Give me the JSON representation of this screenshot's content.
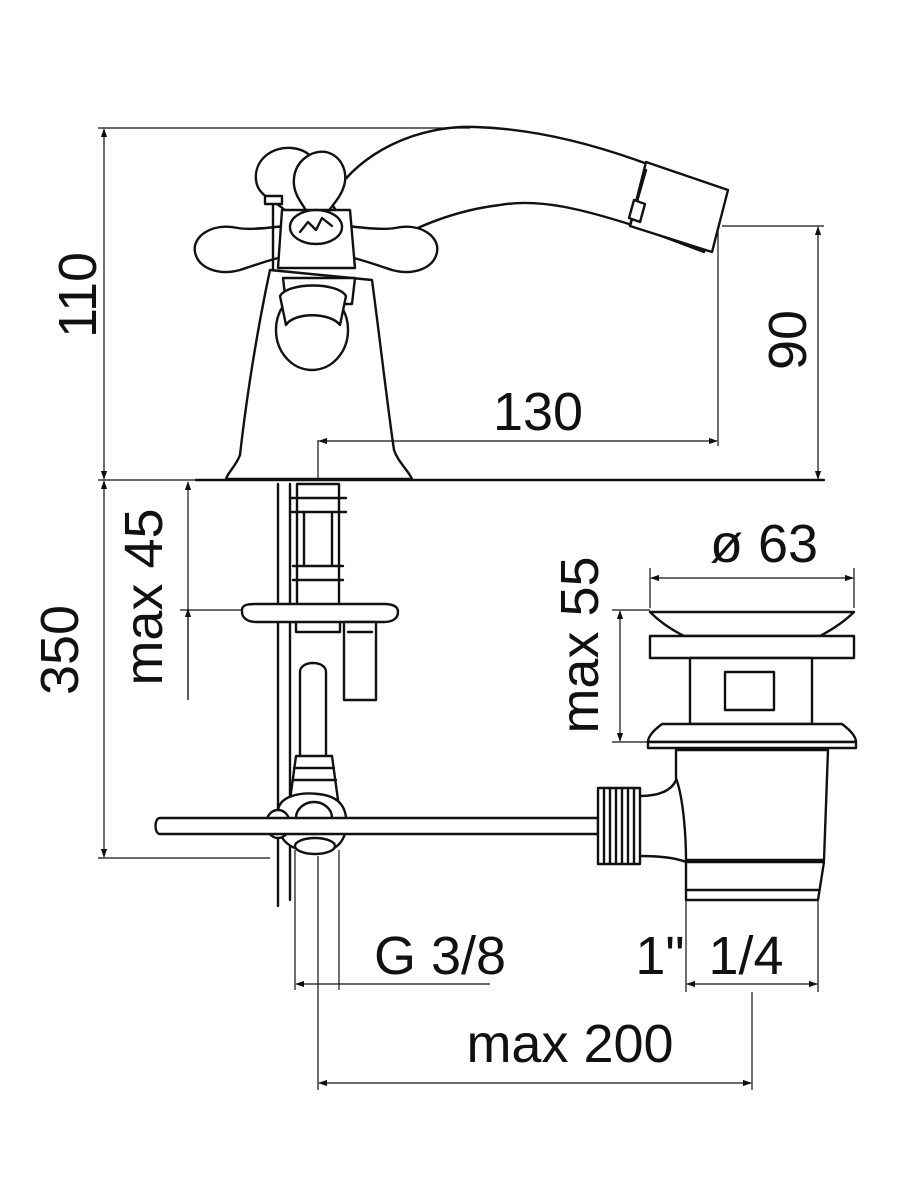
{
  "drawing": {
    "subject": "bidet mixer with pop-up waste",
    "colors": {
      "line": "#111111",
      "background": "#ffffff"
    },
    "dimensions": {
      "height_110": "110",
      "spout_height_90": "90",
      "spout_reach_130": "130",
      "below_deck_350": "350",
      "deck_max_45": "max 45",
      "waste_diameter": "ø 63",
      "waste_max_55": "max 55",
      "thread_g38": "G 3/8",
      "waste_thread_1": "1\"",
      "waste_thread_14": "1/4",
      "max_200": "max 200"
    }
  }
}
